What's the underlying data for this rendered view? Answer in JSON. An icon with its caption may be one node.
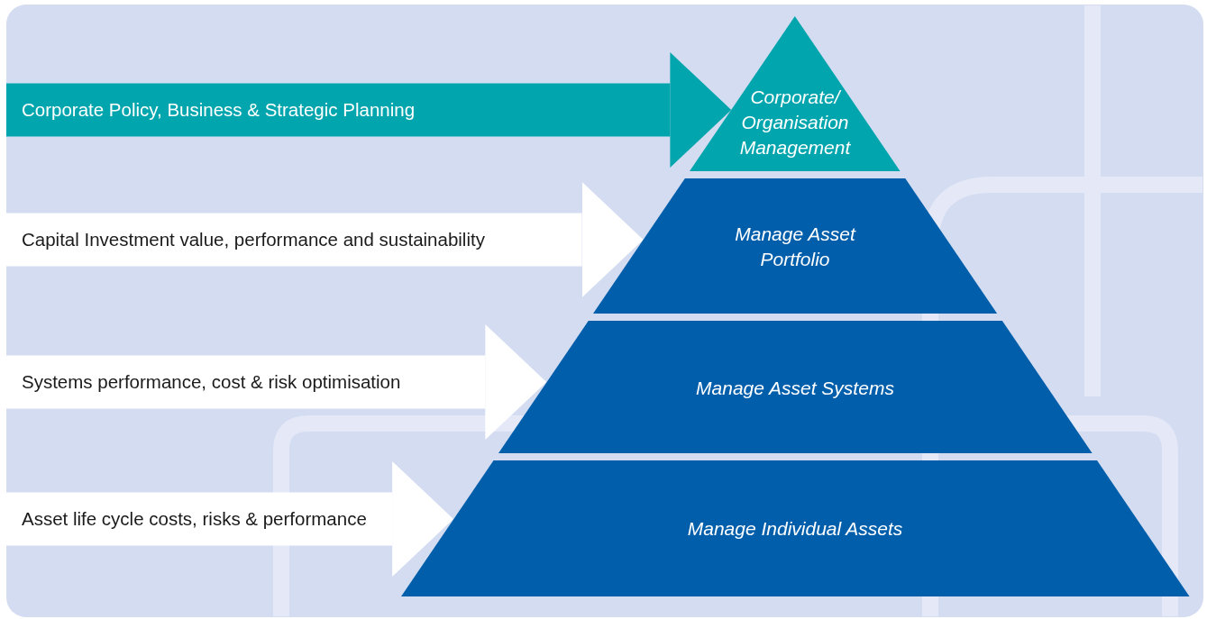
{
  "diagram": {
    "nodes": [
      {
        "text": [
          "Corporate/ Organisation Management"
        ]
      },
      {
        "text": [
          "Manage Asset Portfolio"
        ]
      },
      {
        "text": [
          "Manage Asset Systems"
        ]
      },
      {
        "text": [
          "Manage Individual Assets"
        ]
      }
    ],
    "edges": [
      {
        "from": null,
        "to": 0,
        "arrow": "to",
        "label": "Corporate Policy, Business & Strategic Planning",
        "color": "#00a5ad"
      },
      {
        "from": null,
        "to": 1,
        "arrow": "to",
        "label": "Capital Investment value, performance and sustainability"
      },
      {
        "from": null,
        "to": 2,
        "arrow": "to",
        "label": "Systems performance, cost & risk optimisation"
      },
      {
        "from": null,
        "to": 3,
        "arrow": "to",
        "label": "Asset life cycle costs, risks & performance"
      }
    ]
  }
}
